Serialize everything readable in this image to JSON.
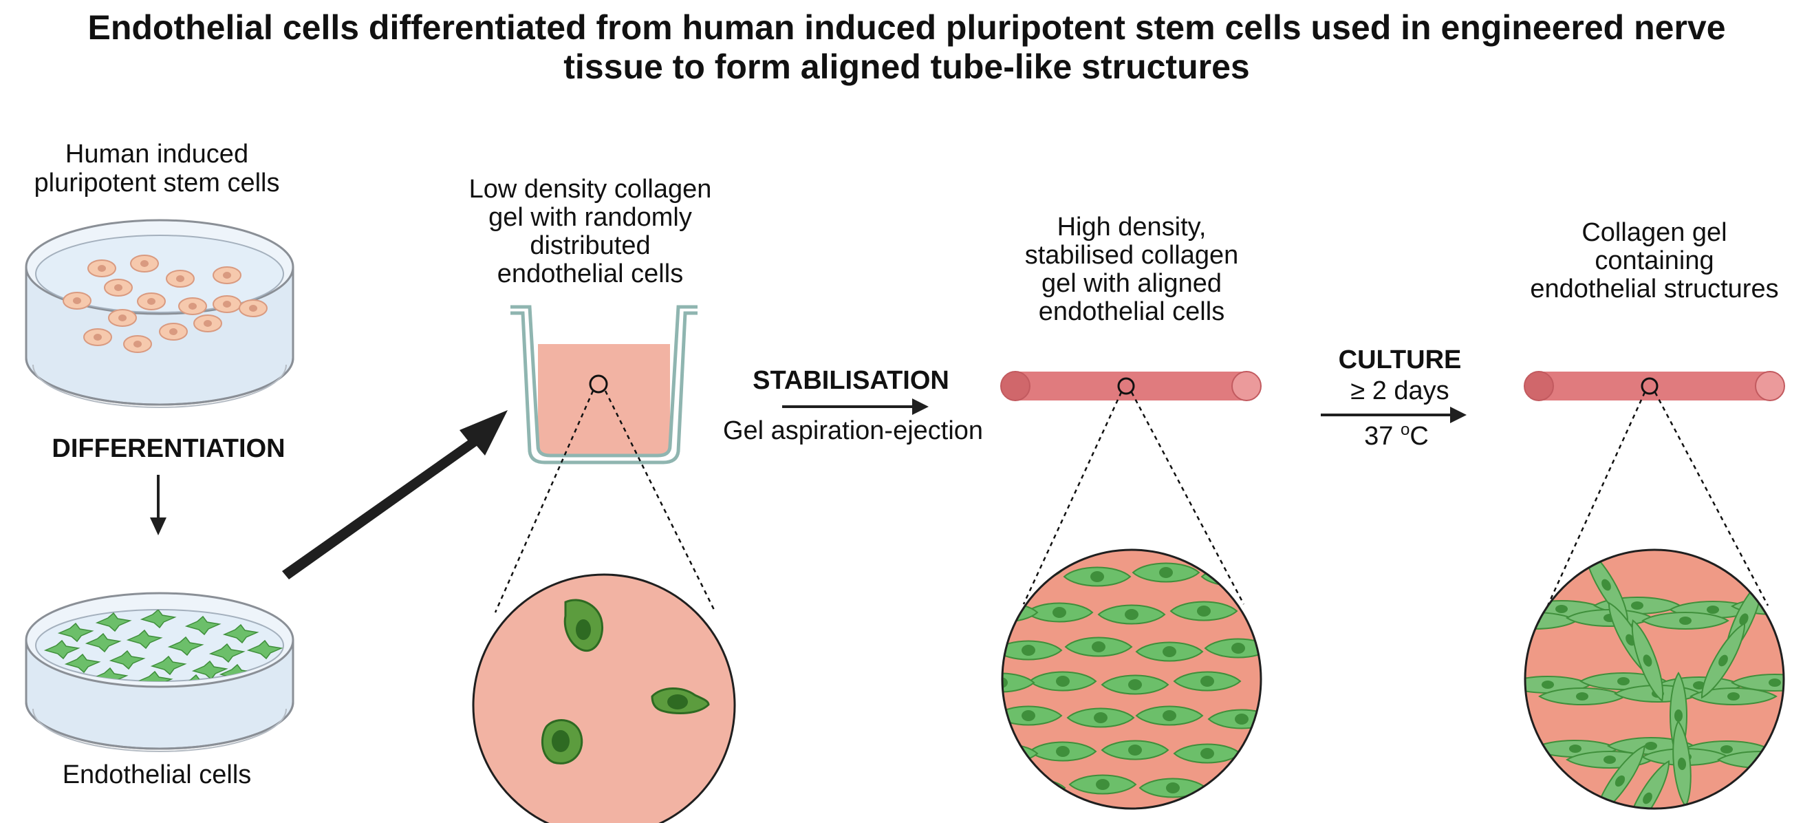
{
  "figure": {
    "title": {
      "line1": "Endothelial cells differentiated from human induced pluripotent stem cells used in engineered nerve",
      "line2": "tissue to form aligned tube-like structures"
    },
    "hipsc_label": {
      "line1": "Human induced",
      "line2": "pluripotent stem cells"
    },
    "differentiation_label": "DIFFERENTIATION",
    "endothelial_cells_label": "Endothelial cells",
    "low_density_label": {
      "line1": "Low density collagen",
      "line2": "gel with randomly",
      "line3": "distributed",
      "line4": "endothelial cells"
    },
    "stabilisation": {
      "heading": "STABILISATION",
      "subtext": "Gel aspiration-ejection"
    },
    "high_density_label": {
      "line1": "High density,",
      "line2": "stabilised collagen",
      "line3": "gel with aligned",
      "line4": "endothelial cells"
    },
    "culture": {
      "heading": "CULTURE",
      "duration": "≥ 2 days",
      "temp_value": "37 ",
      "temp_degree": "o",
      "temp_unit": "C"
    },
    "final_label": {
      "line1": "Collagen gel",
      "line2": "containing",
      "line3": "endothelial structures"
    }
  },
  "colors": {
    "dish_fill": "#e3eef8",
    "dish_stroke": "#8a8f96",
    "ipsc_cell": "#f6c9ad",
    "ec_green": "#6cbf6a",
    "ec_dark": "#3f8f3b",
    "gel_pink": "#f2b3a3",
    "rod_pink": "#e07b7e",
    "well_stroke": "#8fb5b0",
    "dark_arrow": "#1f1f1f"
  }
}
